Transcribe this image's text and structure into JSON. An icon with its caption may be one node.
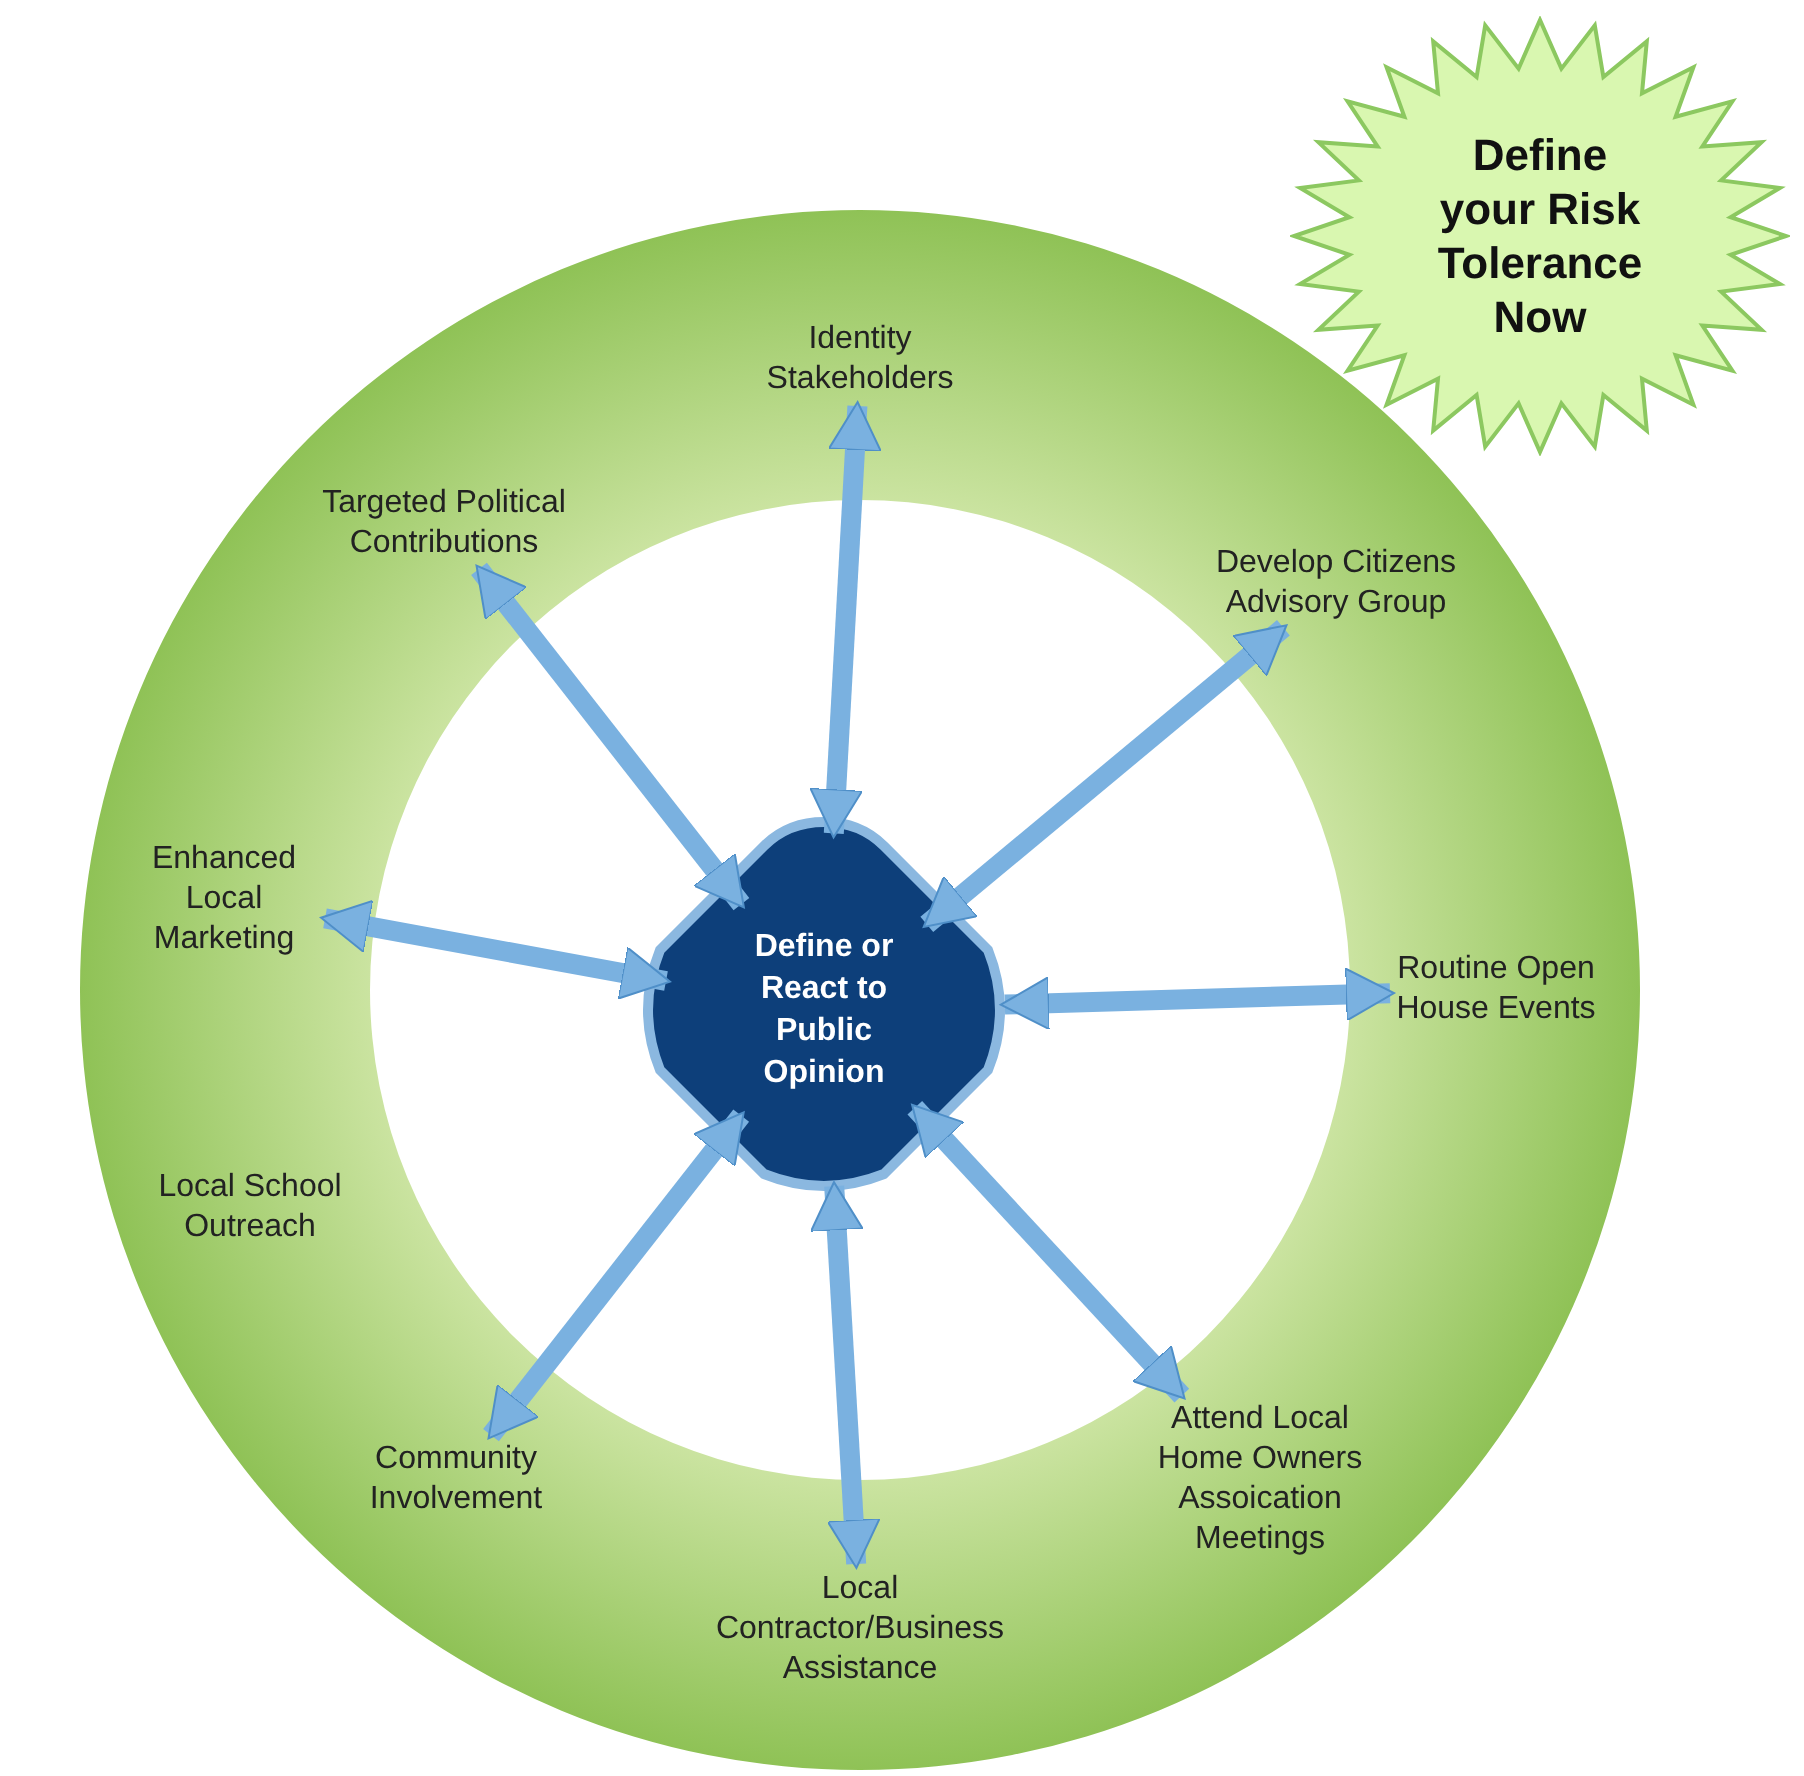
{
  "diagram": {
    "nodes": [
      {
        "text": [
          "Define your Risk Tolerance Now"
        ]
      },
      {
        "text": [],
        "shape": "circle"
      },
      {
        "text": [
          "Identity Stakeholders"
        ],
        "in": 1
      },
      {
        "text": [
          "Develop Citizens Advisory Group"
        ],
        "in": 1
      },
      {
        "text": [
          "Routine Open House Events"
        ],
        "in": 1
      },
      {
        "text": [
          "Attend Local Home Owners Assoication Meetings"
        ],
        "in": 1
      },
      {
        "text": [
          "Local Contractor/Business Assistance"
        ],
        "in": 1
      },
      {
        "text": [
          "Community Involvement"
        ],
        "in": 1
      },
      {
        "text": [
          "Local School Outreach"
        ],
        "in": 1
      },
      {
        "text": [
          "Enhanced Local Marketing"
        ],
        "in": 1
      },
      {
        "text": [
          "Targeted Political Contributions"
        ],
        "in": 1
      },
      {
        "text": [
          "Define or React to Public Opinion"
        ],
        "in": 1
      }
    ],
    "edges": [
      {
        "from": 11,
        "to": 2,
        "arrow": "both"
      },
      {
        "from": 11,
        "to": 3,
        "arrow": "both"
      },
      {
        "from": 11,
        "to": 4,
        "arrow": "both"
      },
      {
        "from": 11,
        "to": 5,
        "arrow": "both"
      },
      {
        "from": 11,
        "to": 6,
        "arrow": "both"
      },
      {
        "from": 11,
        "to": 7,
        "arrow": "both"
      },
      {
        "from": 11,
        "to": 9,
        "arrow": "both"
      },
      {
        "from": 11,
        "to": 10,
        "arrow": "both"
      }
    ]
  }
}
